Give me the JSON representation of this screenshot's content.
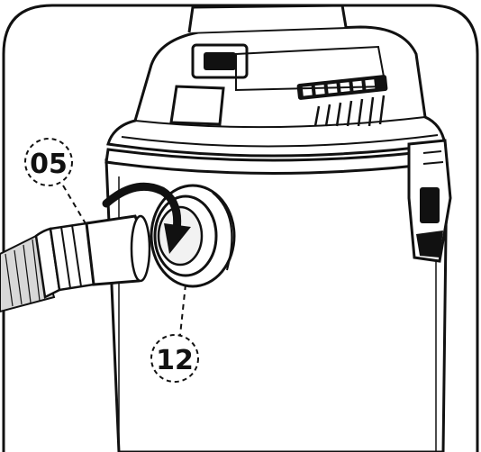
{
  "callouts": [
    {
      "id": "hose-callout",
      "label": "05"
    },
    {
      "id": "port-callout",
      "label": "12"
    }
  ],
  "icons": [
    "rotate-arrow-icon"
  ],
  "colors": {
    "line": "#111111",
    "background": "#ffffff",
    "light_fill": "#f2f2f2"
  }
}
